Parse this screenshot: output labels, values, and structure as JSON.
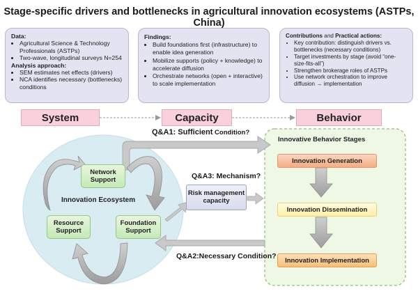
{
  "title": "Stage-specific drivers and bottlenecks in agricultural innovation ecosystems (ASTPs, China)",
  "top_boxes": {
    "data_box": {
      "heading": "Data:",
      "items": [
        "Agricultural Science & Technology Professionals (ASTPs)",
        "Two-wave, longitudinal surveys N=254"
      ],
      "heading2": "Analysis approach:",
      "items2": [
        "SEM estimates net effects (drivers)",
        "NCA identifies necessary (bottlenecks) conditions"
      ]
    },
    "findings_box": {
      "heading": "Findings:",
      "items": [
        "Build foundations first (infrastructure) to enable idea generation",
        "Mobilize supports (policy + knowledge) to accelerate diffusion",
        "Orchestrate networks (open + interactive) to scale implementation"
      ]
    },
    "contrib_box": {
      "heading_a": "Contributions",
      "heading_and": " and ",
      "heading_b": "Practical actions:",
      "items": [
        "Key contribution: distinguish drivers vs. bottlenecks (necessary conditions)",
        "Target investments by stage (avoid “one-size-fits-all”)",
        "Strengthen brokerage roles of ASTPs",
        "Use network orchestration to improve diffusion → implementation"
      ]
    }
  },
  "bands": [
    "System",
    "Capacity",
    "Behavior"
  ],
  "questions": {
    "qa1_bold": "Q&A1: Sufficient",
    "qa1_rest": " Condition?",
    "qa3": "Q&A3: Mechanism?",
    "qa2": "Q&A2:Necessary Condition?"
  },
  "ecosystem": {
    "label": "Innovation Ecosystem",
    "network": "Network Support",
    "resource": "Resource Support",
    "foundation": "Foundation Support"
  },
  "risk_box": "Risk management capacity",
  "behavior": {
    "title": "Innovative Behavior Stages",
    "stages": [
      "Innovation Generation",
      "Innovation Dissemination",
      "Innovation Implementation"
    ]
  },
  "colors": {
    "band_fill": "#f9d0dc",
    "top_box_fill": "#e3e3f1",
    "ecosystem_fill": "#d8ecf2",
    "support_fill": "#d6efc9",
    "behavior_panel_fill": "#eef8e4",
    "generation_fill": "#f6b994",
    "dissemination_fill": "#fff3b0",
    "implementation_fill": "#f9c785",
    "arrow_gray": "#bdbdbd"
  }
}
